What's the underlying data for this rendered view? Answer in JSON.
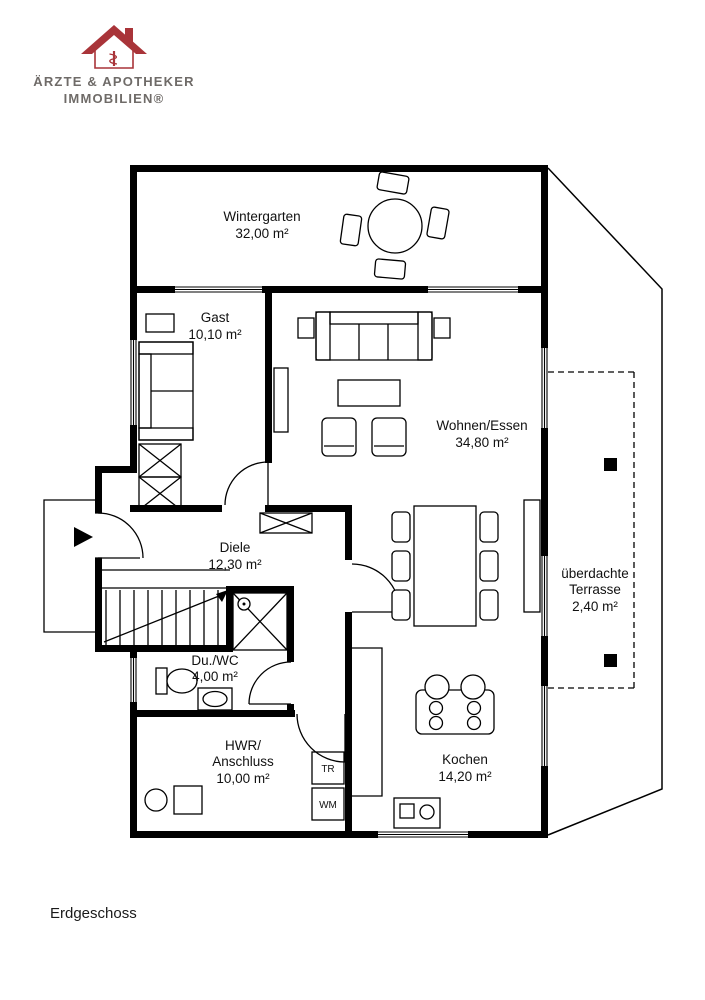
{
  "logo": {
    "line1": "ÄRZTE & APOTHEKER",
    "line2": "IMMOBILIEN®"
  },
  "floor_label": "Erdgeschoss",
  "rooms": {
    "wintergarten": {
      "name": "Wintergarten",
      "area": "32,00 m²"
    },
    "gast": {
      "name": "Gast",
      "area": "10,10 m²"
    },
    "wohnen_essen": {
      "name": "Wohnen/Essen",
      "area": "34,80 m²"
    },
    "diele": {
      "name": "Diele",
      "area": "12,30 m²"
    },
    "du_wc": {
      "name": "Du./WC",
      "area": "4,00 m²"
    },
    "hwr": {
      "name_line1": "HWR/",
      "name_line2": "Anschluss",
      "area": "10,00 m²"
    },
    "kochen": {
      "name": "Kochen",
      "area": "14,20 m²"
    },
    "terrasse": {
      "name_line1": "überdachte",
      "name_line2": "Terrasse",
      "area": "2,40 m²"
    }
  },
  "appliances": {
    "dryer": "TR",
    "washer": "WM"
  },
  "colors": {
    "wall": "#000000",
    "roof_red": "#a93439",
    "logo_text": "#6f6b68",
    "background": "#ffffff"
  }
}
